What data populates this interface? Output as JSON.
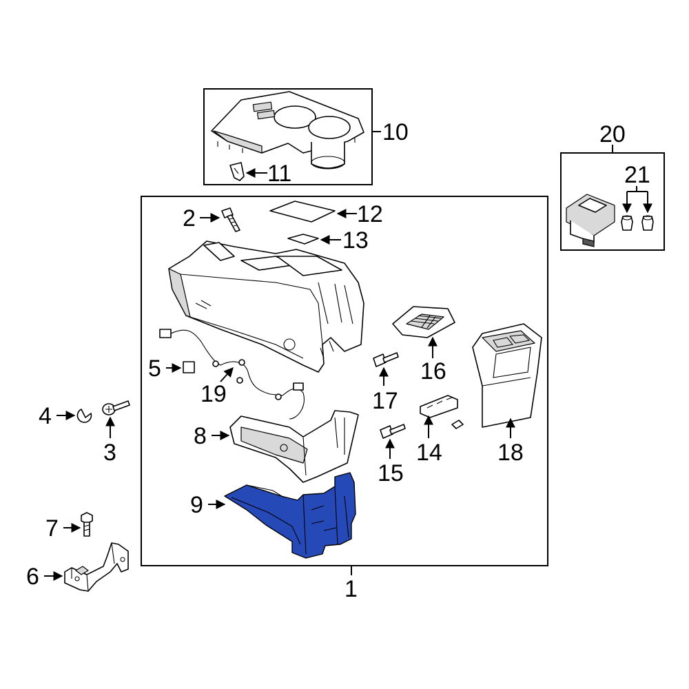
{
  "accent_color": "#2649b8",
  "callouts": {
    "c1": "1",
    "c2": "2",
    "c3": "3",
    "c4": "4",
    "c5": "5",
    "c6": "6",
    "c7": "7",
    "c8": "8",
    "c9": "9",
    "c10": "10",
    "c11": "11",
    "c12": "12",
    "c13": "13",
    "c14": "14",
    "c15": "15",
    "c16": "16",
    "c17": "17",
    "c18": "18",
    "c19": "19",
    "c20": "20",
    "c21": "21"
  }
}
